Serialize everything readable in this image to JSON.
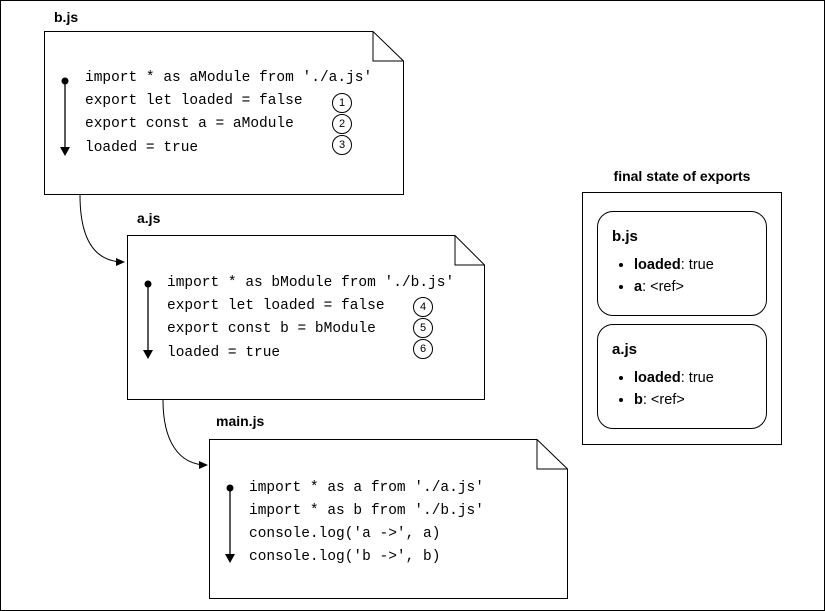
{
  "modules": [
    {
      "title": "b.js",
      "lines": [
        "import * as aModule from './a.js'",
        "export let loaded = false",
        "export const a = aModule",
        "loaded = true"
      ],
      "step_markers": [
        "",
        "1",
        "2",
        "3"
      ]
    },
    {
      "title": "a.js",
      "lines": [
        "import * as bModule from './b.js'",
        "export let loaded = false",
        "export const b = bModule",
        "loaded = true"
      ],
      "step_markers": [
        "",
        "4",
        "5",
        "6"
      ]
    },
    {
      "title": "main.js",
      "lines": [
        "import * as a from './a.js'",
        "import * as b from './b.js'",
        "console.log('a ->', a)",
        "console.log('b ->', b)"
      ],
      "step_markers": []
    }
  ],
  "exports_panel": {
    "title": "final state of exports",
    "cards": [
      {
        "name": "b.js",
        "items": [
          {
            "key": "loaded",
            "value": ": true"
          },
          {
            "key": "a",
            "value": ": <ref>"
          }
        ]
      },
      {
        "name": "a.js",
        "items": [
          {
            "key": "loaded",
            "value": ": true"
          },
          {
            "key": "b",
            "value": ": <ref>"
          }
        ]
      }
    ]
  }
}
